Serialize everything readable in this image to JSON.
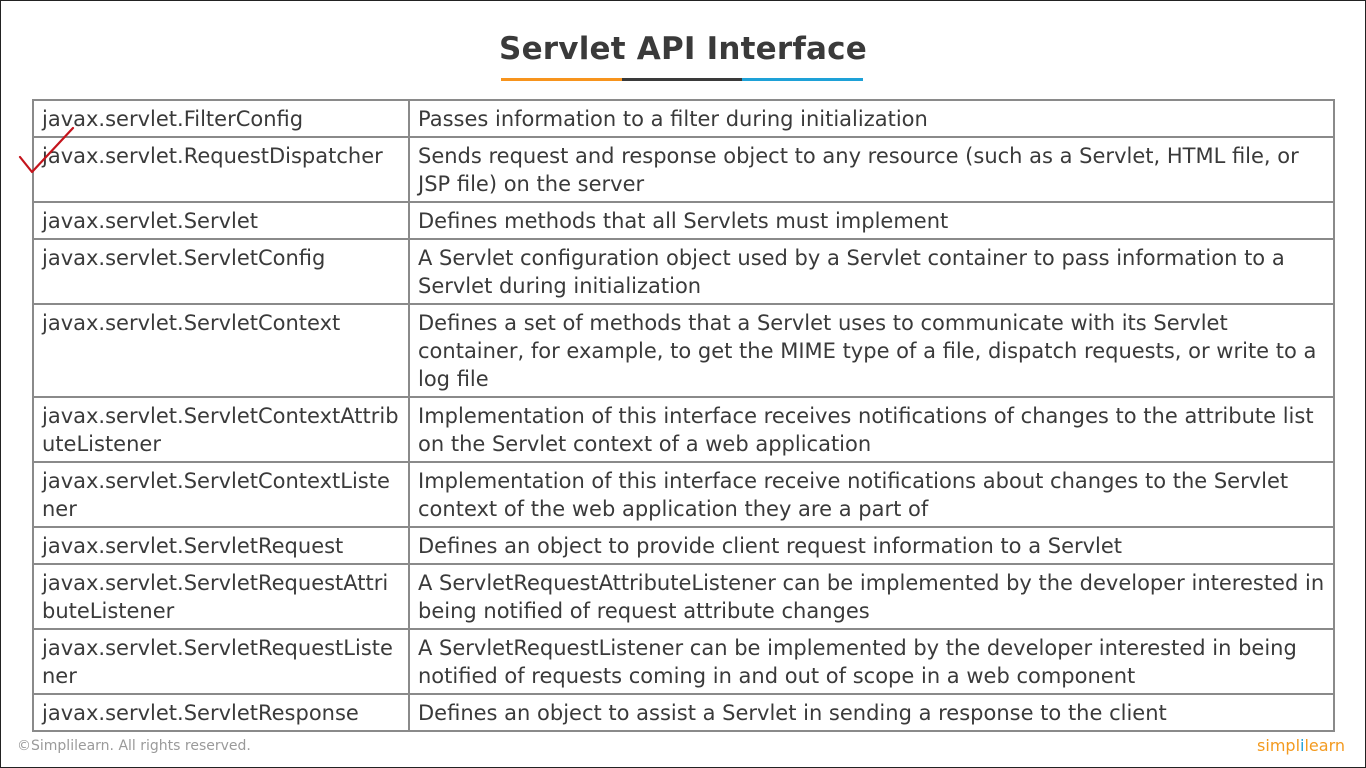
{
  "title": "Servlet API Interface",
  "colors": {
    "underline": [
      "#f7941d",
      "#3a3a3a",
      "#1ea1d7"
    ],
    "checkmark": "#c4141c",
    "logo_primary": "#f39a1f",
    "logo_accent": "#1ea1d7"
  },
  "icons": {
    "annotation": "red-checkmark-icon"
  },
  "table": {
    "rows": [
      {
        "name": "javax.servlet.FilterConfig",
        "desc": "Passes information to a filter during initialization"
      },
      {
        "name": "javax.servlet.RequestDispatcher",
        "desc": "Sends request and response object to any resource (such as a Servlet, HTML file, or JSP file) on the server"
      },
      {
        "name": "javax.servlet.Servlet",
        "desc": "Defines methods that all Servlets must implement"
      },
      {
        "name": "javax.servlet.ServletConfig",
        "desc": "A Servlet configuration object used by a Servlet container to pass information to a Servlet during initialization"
      },
      {
        "name": "javax.servlet.ServletContext",
        "desc": "Defines a set of methods that a Servlet uses to communicate with its Servlet container, for example, to get the MIME type of a file, dispatch requests, or write to a log file"
      },
      {
        "name": "javax.servlet.ServletContextAttributeListener",
        "desc": "Implementation of this interface receives notifications of changes to the attribute list on the Servlet context of a web application"
      },
      {
        "name": "javax.servlet.ServletContextListener",
        "desc": "Implementation of this interface receive notifications about changes to the Servlet context of the web application they are a part of"
      },
      {
        "name": "javax.servlet.ServletRequest",
        "desc": "Defines an object to provide client request information to a Servlet"
      },
      {
        "name": "javax.servlet.ServletRequestAttributeListener",
        "desc": "A ServletRequestAttributeListener can be implemented by the developer interested in being notified of request attribute changes"
      },
      {
        "name": "javax.servlet.ServletRequestListener",
        "desc": "A ServletRequestListener can be implemented by the developer interested in being notified of requests coming in and out of scope in a web component"
      },
      {
        "name": "javax.servlet.ServletResponse",
        "desc": "Defines an object to assist a Servlet in sending a response to the client"
      }
    ]
  },
  "footer": {
    "copyright": "©Simplilearn. All rights reserved.",
    "logo_left": "simpl",
    "logo_bar": "i",
    "logo_right": "learn"
  }
}
